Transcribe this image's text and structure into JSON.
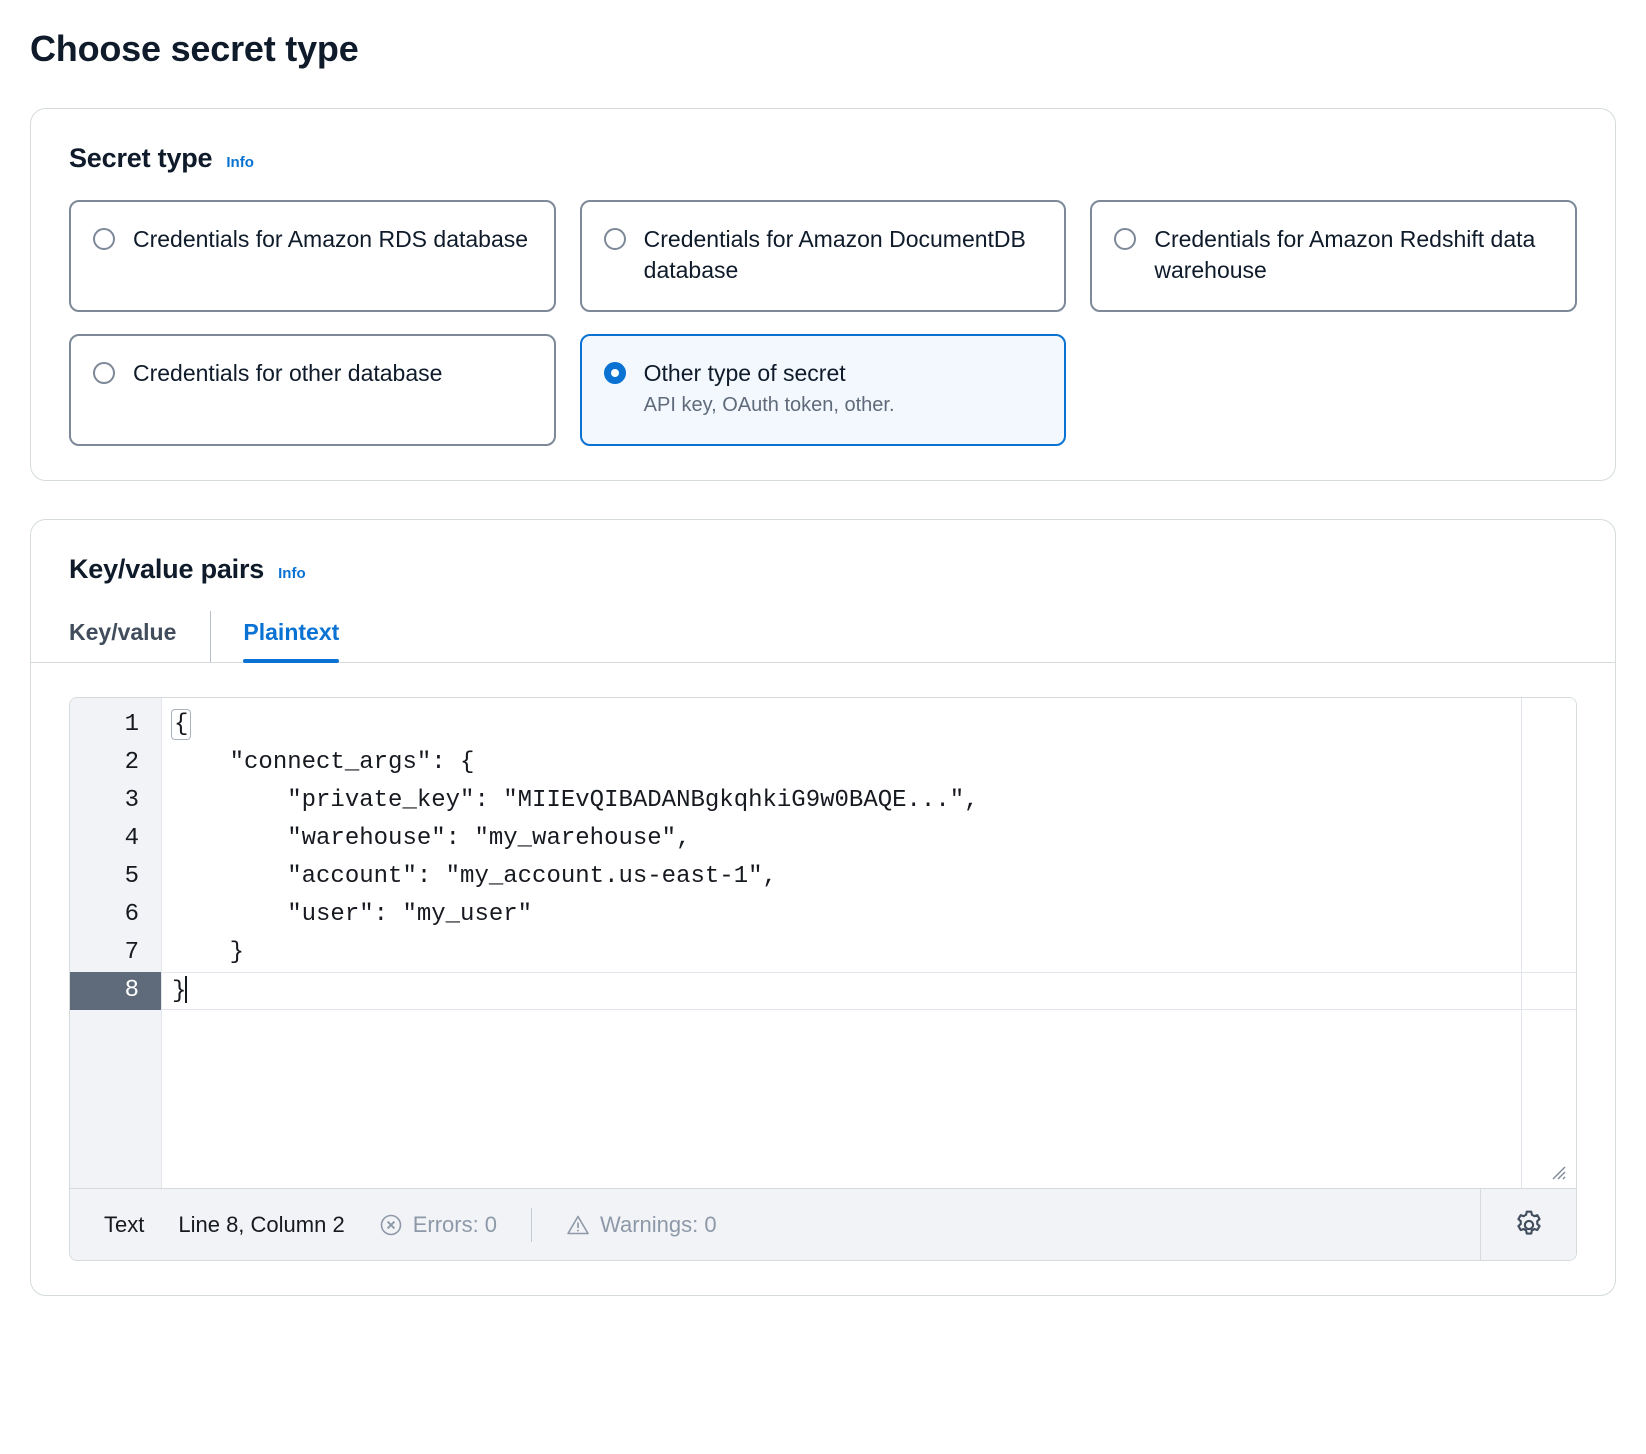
{
  "page": {
    "title": "Choose secret type"
  },
  "secret_type": {
    "heading": "Secret type",
    "info_label": "Info",
    "options": [
      {
        "label": "Credentials for Amazon RDS database",
        "description": "",
        "selected": false
      },
      {
        "label": "Credentials for Amazon DocumentDB database",
        "description": "",
        "selected": false
      },
      {
        "label": "Credentials for Amazon Redshift data warehouse",
        "description": "",
        "selected": false
      },
      {
        "label": "Credentials for other database",
        "description": "",
        "selected": false
      },
      {
        "label": "Other type of secret",
        "description": "API key, OAuth token, other.",
        "selected": true
      }
    ]
  },
  "key_value_pairs": {
    "heading": "Key/value pairs",
    "info_label": "Info",
    "tabs": [
      {
        "label": "Key/value",
        "active": false
      },
      {
        "label": "Plaintext",
        "active": true
      }
    ],
    "editor": {
      "lines": [
        {
          "number": "1",
          "text": "{",
          "active": false
        },
        {
          "number": "2",
          "text": "    \"connect_args\": {",
          "active": false
        },
        {
          "number": "3",
          "text": "        \"private_key\": \"MIIEvQIBADANBgkqhkiG9w0BAQE...\",",
          "active": false
        },
        {
          "number": "4",
          "text": "        \"warehouse\": \"my_warehouse\",",
          "active": false
        },
        {
          "number": "5",
          "text": "        \"account\": \"my_account.us-east-1\",",
          "active": false
        },
        {
          "number": "6",
          "text": "        \"user\": \"my_user\"",
          "active": false
        },
        {
          "number": "7",
          "text": "    }",
          "active": false
        },
        {
          "number": "8",
          "text": "}",
          "active": true
        }
      ],
      "status": {
        "language": "Text",
        "cursor": "Line 8, Column 2",
        "errors": "Errors: 0",
        "warnings": "Warnings: 0",
        "settings_icon": "gear-icon"
      }
    }
  },
  "colors": {
    "accent": "#0972d3",
    "selected_tile_bg": "#f2f8fd",
    "border": "#d5dbdb",
    "gutter_bg": "#f2f3f7",
    "active_line_gutter": "#5f6b7a",
    "muted_text": "#5f6b7a"
  }
}
